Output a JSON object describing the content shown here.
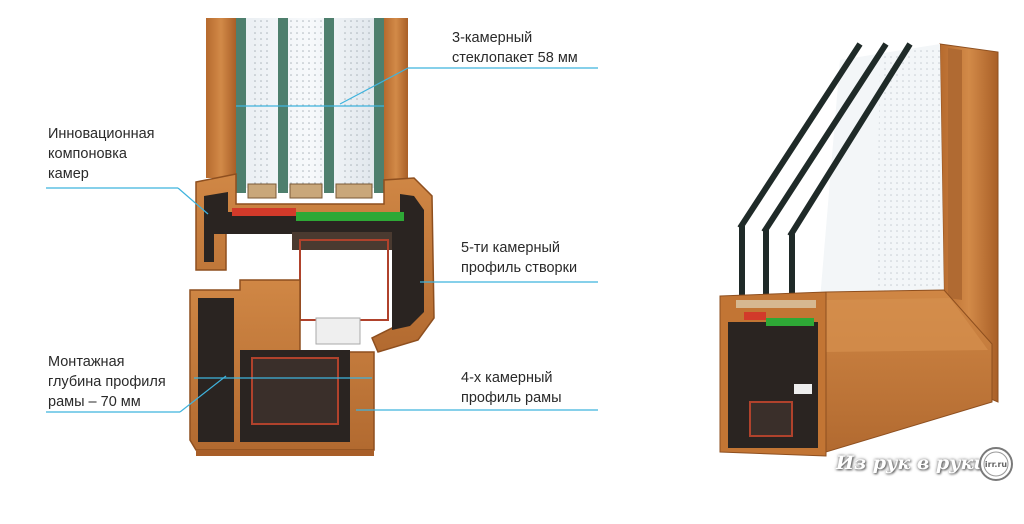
{
  "labels": {
    "glass_unit": [
      "3-камерный",
      "стеклопакет 58 мм"
    ],
    "innovative_layout": [
      "Инновационная",
      "компоновка",
      "камер"
    ],
    "sash_profile": [
      "5-ти камерный",
      "профиль створки"
    ],
    "mounting_depth": [
      "Монтажная",
      "глубина профиля",
      "рамы – 70 мм"
    ],
    "frame_profile": [
      "4-х камерный",
      "профиль рамы"
    ]
  },
  "watermark": {
    "text": "Из рук в руки",
    "seal_text": "irr.ru"
  },
  "colors": {
    "wood": "#c7793a",
    "wood_dark": "#8e4f1f",
    "pvc_section": "#2a2421",
    "glass_edge": "#2f5a49",
    "seal_green": "#2ea836",
    "seal_red": "#d23a2a",
    "callout_line": "#3fb3dd"
  },
  "icons": [
    "window-profile-cross-section",
    "window-corner-3d-view",
    "watermark-seal-icon"
  ]
}
